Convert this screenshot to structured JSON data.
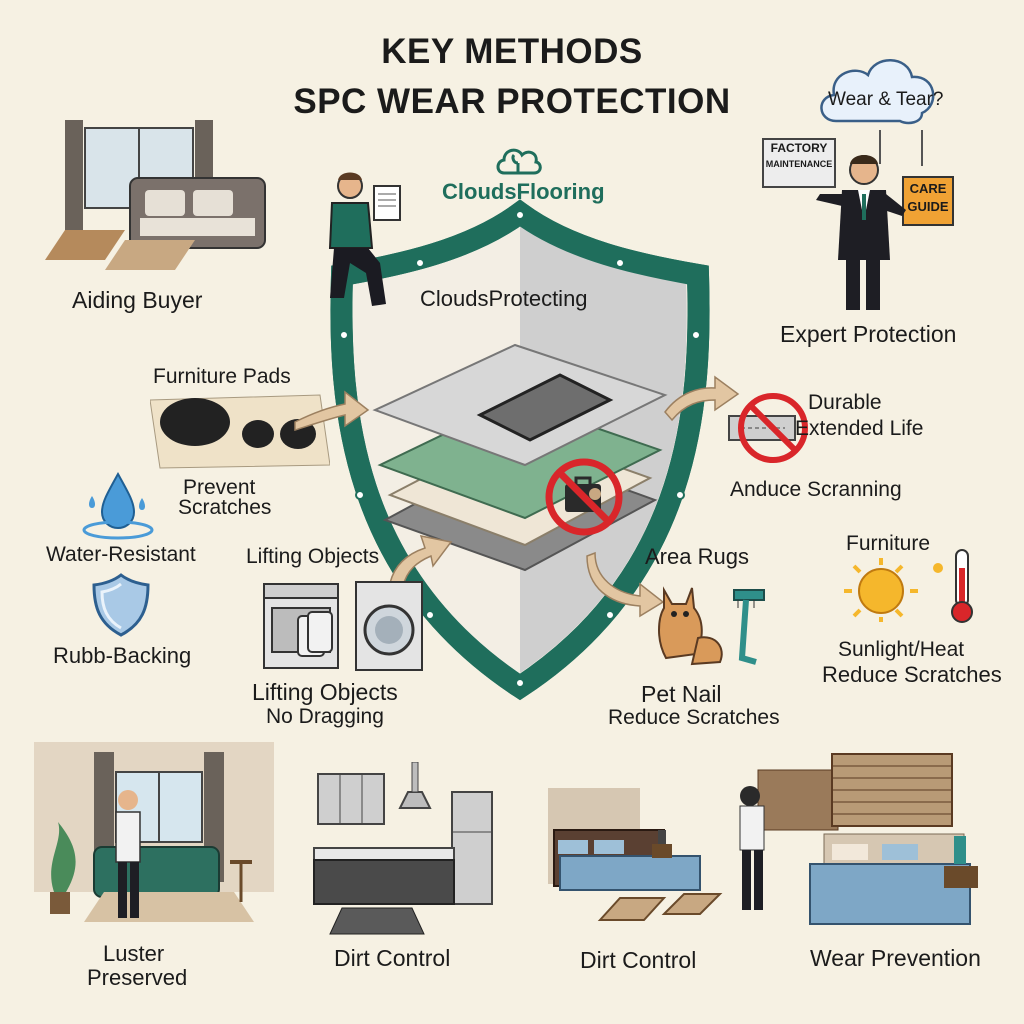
{
  "title": {
    "line1": "KEY METHODS",
    "line2": "SPC WEAR PROTECTION"
  },
  "brand": {
    "name": "CloudsFlooring",
    "shield_label": "CloudsProtecting"
  },
  "callouts": {
    "aiding_buyer": "Aiding Buyer",
    "furniture_pads": "Furniture Pads",
    "prevent_scratches_1": "Prevent",
    "prevent_scratches_2": "Scratches",
    "water_resistant": "Water-Resistant",
    "rubb_backing": "Rubb-Backing",
    "lifting_objects_top": "Lifting Objects",
    "lifting_objects_bottom": "Lifting Objects",
    "no_dragging": "No Dragging",
    "area_rugs": "Area Rugs",
    "pet_nail": "Pet Nail",
    "pet_reduce_scratches": "Reduce Scratches",
    "furniture": "Furniture",
    "sunlight_heat": "Sunlight/Heat",
    "sun_reduce_scratches": "Reduce Scratches",
    "durable": "Durable",
    "extended_life": "Extended Life",
    "anduce_scanning": "Anduce Scranning",
    "expert_protection": "Expert Protection",
    "cloud_bubble": "Wear & Tear?",
    "factory_sign_1": "FACTORY",
    "factory_sign_2": "MAINTENANCE",
    "care_guide_1": "CARE",
    "care_guide_2": "GUIDE"
  },
  "bottom": {
    "luster_1": "Luster",
    "luster_2": "Preserved",
    "dirt_control_1": "Dirt Control",
    "dirt_control_2": "Dirt Control",
    "wear_prevention": "Wear Prevention"
  },
  "colors": {
    "background": "#f6f1e3",
    "shield_green": "#1f6e5c",
    "shield_fill_left": "#f3eee4",
    "shield_fill_right": "#cfcfcf",
    "arrow_tan": "#e2c6a2",
    "prohibit_red": "#d9262a",
    "water_blue": "#4a9bd8",
    "sun_yellow": "#f5b72c"
  },
  "icons": {
    "cloud_logo": "cloud-icon",
    "water_drop": "water-drop-icon",
    "shield_small": "shield-icon",
    "no_sign": "prohibited-icon",
    "sun": "sun-icon",
    "thermometer": "thermometer-icon"
  }
}
